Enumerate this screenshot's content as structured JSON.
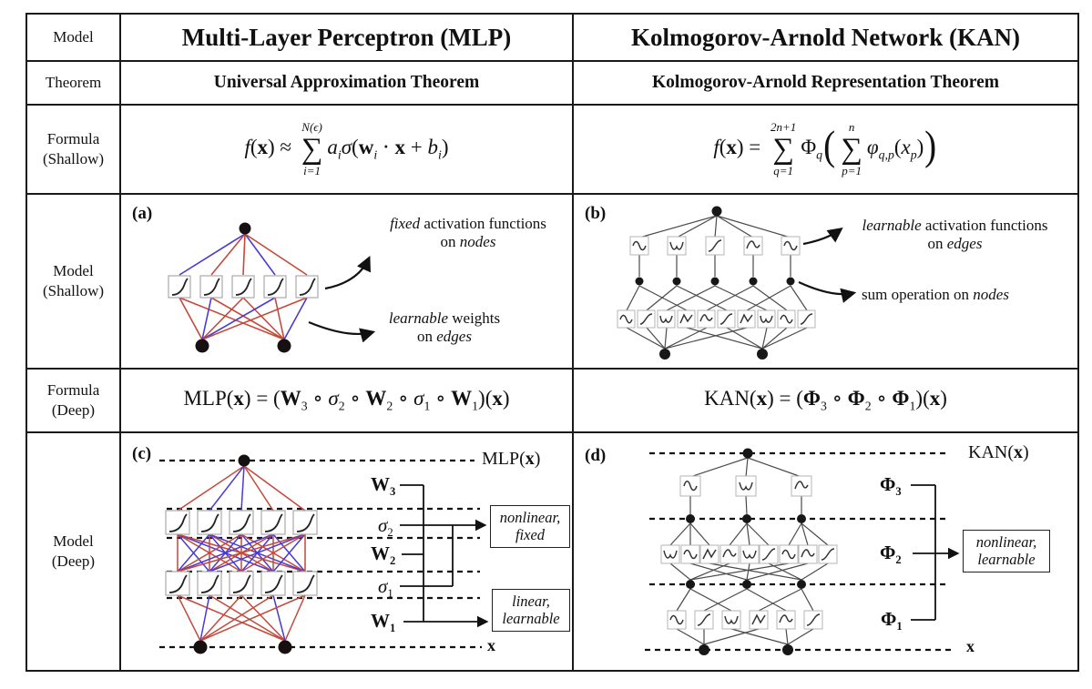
{
  "colors": {
    "red": "#c3493a",
    "blue": "#4a3bd1",
    "ink": "#111111",
    "gray_edge": "#4a4a4a",
    "box_border": "#aaaaaa"
  },
  "row_labels": [
    {
      "line1": "Model",
      "line2": ""
    },
    {
      "line1": "Theorem",
      "line2": ""
    },
    {
      "line1": "Formula",
      "line2": "(Shallow)"
    },
    {
      "line1": "Model",
      "line2": "(Shallow)"
    },
    {
      "line1": "Formula",
      "line2": "(Deep)"
    },
    {
      "line1": "Model",
      "line2": "(Deep)"
    }
  ],
  "columns": {
    "mlp_title": "Multi-Layer Perceptron (MLP)",
    "kan_title": "Kolmogorov-Arnold Network (KAN)"
  },
  "theorems": {
    "mlp": "Universal Approximation Theorem",
    "kan": "Kolmogorov-Arnold Representation Theorem"
  },
  "formulas": {
    "mlp_shallow": [
      {
        "t": "f",
        "c": "it"
      },
      {
        "t": "("
      },
      {
        "t": "x",
        "c": "bf"
      },
      {
        "t": ") ≈ "
      },
      {
        "top": "N(ϵ)",
        "mid": "∑",
        "bot": "i=1"
      },
      {
        "t": "a",
        "c": "it"
      },
      {
        "t": "i",
        "c": "sub"
      },
      {
        "t": "σ",
        "c": "it"
      },
      {
        "t": "("
      },
      {
        "t": "w",
        "c": "bf"
      },
      {
        "t": "i",
        "c": "sub"
      },
      {
        "t": " ⋅ "
      },
      {
        "t": "x",
        "c": "bf"
      },
      {
        "t": " + "
      },
      {
        "t": "b",
        "c": "it"
      },
      {
        "t": "i",
        "c": "sub"
      },
      {
        "t": ")"
      }
    ],
    "kan_shallow": [
      {
        "t": "f",
        "c": "it"
      },
      {
        "t": "("
      },
      {
        "t": "x",
        "c": "bf"
      },
      {
        "t": ") = "
      },
      {
        "top": "2n+1",
        "mid": "∑",
        "bot": "q=1"
      },
      {
        "t": "Φ"
      },
      {
        "t": "q",
        "c": "sub"
      },
      {
        "t": "(",
        "c": "bigp"
      },
      {
        "top": "n",
        "mid": "∑",
        "bot": "p=1"
      },
      {
        "t": "φ",
        "c": "it"
      },
      {
        "t": "q,p",
        "c": "sub"
      },
      {
        "t": "("
      },
      {
        "t": "x",
        "c": "it"
      },
      {
        "t": "p",
        "c": "sub"
      },
      {
        "t": ")"
      },
      {
        "t": ")",
        "c": "bigp"
      }
    ],
    "mlp_deep": [
      {
        "t": "MLP("
      },
      {
        "t": "x",
        "c": "bf"
      },
      {
        "t": ") = ("
      },
      {
        "t": "W",
        "c": "bf"
      },
      {
        "t": "3",
        "c": "subn"
      },
      {
        "t": " ∘ "
      },
      {
        "t": "σ",
        "c": "it"
      },
      {
        "t": "2",
        "c": "subn"
      },
      {
        "t": " ∘ "
      },
      {
        "t": "W",
        "c": "bf"
      },
      {
        "t": "2",
        "c": "subn"
      },
      {
        "t": " ∘ "
      },
      {
        "t": "σ",
        "c": "it"
      },
      {
        "t": "1",
        "c": "subn"
      },
      {
        "t": " ∘ "
      },
      {
        "t": "W",
        "c": "bf"
      },
      {
        "t": "1",
        "c": "subn"
      },
      {
        "t": ")("
      },
      {
        "t": "x",
        "c": "bf"
      },
      {
        "t": ")"
      }
    ],
    "kan_deep": [
      {
        "t": "KAN("
      },
      {
        "t": "x",
        "c": "bf"
      },
      {
        "t": ") = ("
      },
      {
        "t": "Φ",
        "c": "bf"
      },
      {
        "t": "3",
        "c": "subn"
      },
      {
        "t": " ∘ "
      },
      {
        "t": "Φ",
        "c": "bf"
      },
      {
        "t": "2",
        "c": "subn"
      },
      {
        "t": " ∘ "
      },
      {
        "t": "Φ",
        "c": "bf"
      },
      {
        "t": "1",
        "c": "subn"
      },
      {
        "t": ")("
      },
      {
        "t": "x",
        "c": "bf"
      },
      {
        "t": ")"
      }
    ]
  },
  "panels": {
    "a": {
      "tag": "(a)",
      "ann1l1": [
        {
          "t": "fixed",
          "c": "it"
        },
        {
          "t": " activation functions"
        }
      ],
      "ann1l2": [
        {
          "t": "on "
        },
        {
          "t": "nodes",
          "c": "it"
        }
      ],
      "ann2l1": [
        {
          "t": "learnable",
          "c": "it"
        },
        {
          "t": " weights"
        }
      ],
      "ann2l2": [
        {
          "t": "on "
        },
        {
          "t": "edges",
          "c": "it"
        }
      ]
    },
    "b": {
      "tag": "(b)",
      "ann1l1": [
        {
          "t": "learnable",
          "c": "it"
        },
        {
          "t": " activation functions"
        }
      ],
      "ann1l2": [
        {
          "t": "on "
        },
        {
          "t": "edges",
          "c": "it"
        }
      ],
      "ann2l1": [
        {
          "t": "sum operation on "
        },
        {
          "t": "nodes",
          "c": "it"
        }
      ]
    },
    "c": {
      "tag": "(c)",
      "mlpx": [
        {
          "t": "MLP("
        },
        {
          "t": "x",
          "c": "bf"
        },
        {
          "t": ")"
        }
      ],
      "w3": [
        {
          "t": "W",
          "c": "bf"
        },
        {
          "t": "3",
          "c": "subn"
        }
      ],
      "s2": [
        {
          "t": "σ",
          "c": "it"
        },
        {
          "t": "2",
          "c": "subn"
        }
      ],
      "w2": [
        {
          "t": "W",
          "c": "bf"
        },
        {
          "t": "2",
          "c": "subn"
        }
      ],
      "s1": [
        {
          "t": "σ",
          "c": "it"
        },
        {
          "t": "1",
          "c": "subn"
        }
      ],
      "w1": [
        {
          "t": "W",
          "c": "bf"
        },
        {
          "t": "1",
          "c": "subn"
        }
      ],
      "xlab": [
        {
          "t": "x",
          "c": "bf"
        }
      ],
      "nonlinear": {
        "l1": "nonlinear,",
        "l2": "fixed"
      },
      "linear": {
        "l1": "linear,",
        "l2": "learnable"
      }
    },
    "d": {
      "tag": "(d)",
      "kanx": [
        {
          "t": "KAN("
        },
        {
          "t": "x",
          "c": "bf"
        },
        {
          "t": ")"
        }
      ],
      "phi3": [
        {
          "t": "Φ",
          "c": "bf"
        },
        {
          "t": "3",
          "c": "subn"
        }
      ],
      "phi2": [
        {
          "t": "Φ",
          "c": "bf"
        },
        {
          "t": "2",
          "c": "subn"
        }
      ],
      "phi1": [
        {
          "t": "Φ",
          "c": "bf"
        },
        {
          "t": "1",
          "c": "subn"
        }
      ],
      "xlab": [
        {
          "t": "x",
          "c": "bf"
        }
      ],
      "nonlinear": {
        "l1": "nonlinear,",
        "l2": "learnable"
      }
    }
  }
}
